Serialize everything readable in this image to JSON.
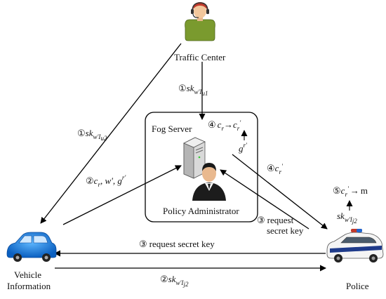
{
  "nodes": {
    "traffic_center": "Traffic Center",
    "fog_server": "Fog Server",
    "policy_admin": "Policy Administrator",
    "vehicle_line1": "Vehicle",
    "vehicle_line2": "Information",
    "police": "Police"
  },
  "labels": {
    "tc_to_fog": {
      "num": "①",
      "text": "sk",
      "sub": "w'I",
      "subsub": "u1"
    },
    "tc_to_vehicle": {
      "num": "①",
      "text": "sk",
      "sub": "w'I",
      "subsub": "u2"
    },
    "vehicle_to_fog": {
      "num": "②",
      "text": "c",
      "sub": "r",
      "rest": ", w', g",
      "sup": "r'"
    },
    "fog_reencrypt": {
      "num": "④",
      "from": "c",
      "from_sub": "r",
      "arrow": "→",
      "to": "c",
      "to_sub": "r",
      "to_sup": "'",
      "below": "g",
      "below_sup": "r'"
    },
    "fog_to_police": {
      "num": "④",
      "text": "c",
      "sub": "r",
      "sup": "'"
    },
    "police_to_fog": {
      "num": "③",
      "line1": "request",
      "line2": "secret key"
    },
    "police_to_vehicle": {
      "num": "③",
      "text": "request secret key"
    },
    "vehicle_to_police": {
      "num": "②",
      "text": "sk",
      "sub": "w'I",
      "subsub": "j2"
    },
    "police_decrypt": {
      "num": "⑤",
      "text": "c",
      "sub": "r",
      "sup": "'",
      "arrow": "→",
      "result": "m",
      "below": "sk",
      "below_sub": "w'I",
      "below_subsub": "j2"
    }
  },
  "colors": {
    "line": "#000000",
    "fog_box": "#000000",
    "car_body": "#1e90ff",
    "person_hair": "#c0392b",
    "person_shirt": "#6b8e23"
  },
  "icons": {
    "traffic_center": "person-with-headset-icon",
    "fog_server": "server-tower-icon",
    "policy_admin": "businessman-icon",
    "vehicle": "blue-car-icon",
    "police": "police-car-icon"
  }
}
